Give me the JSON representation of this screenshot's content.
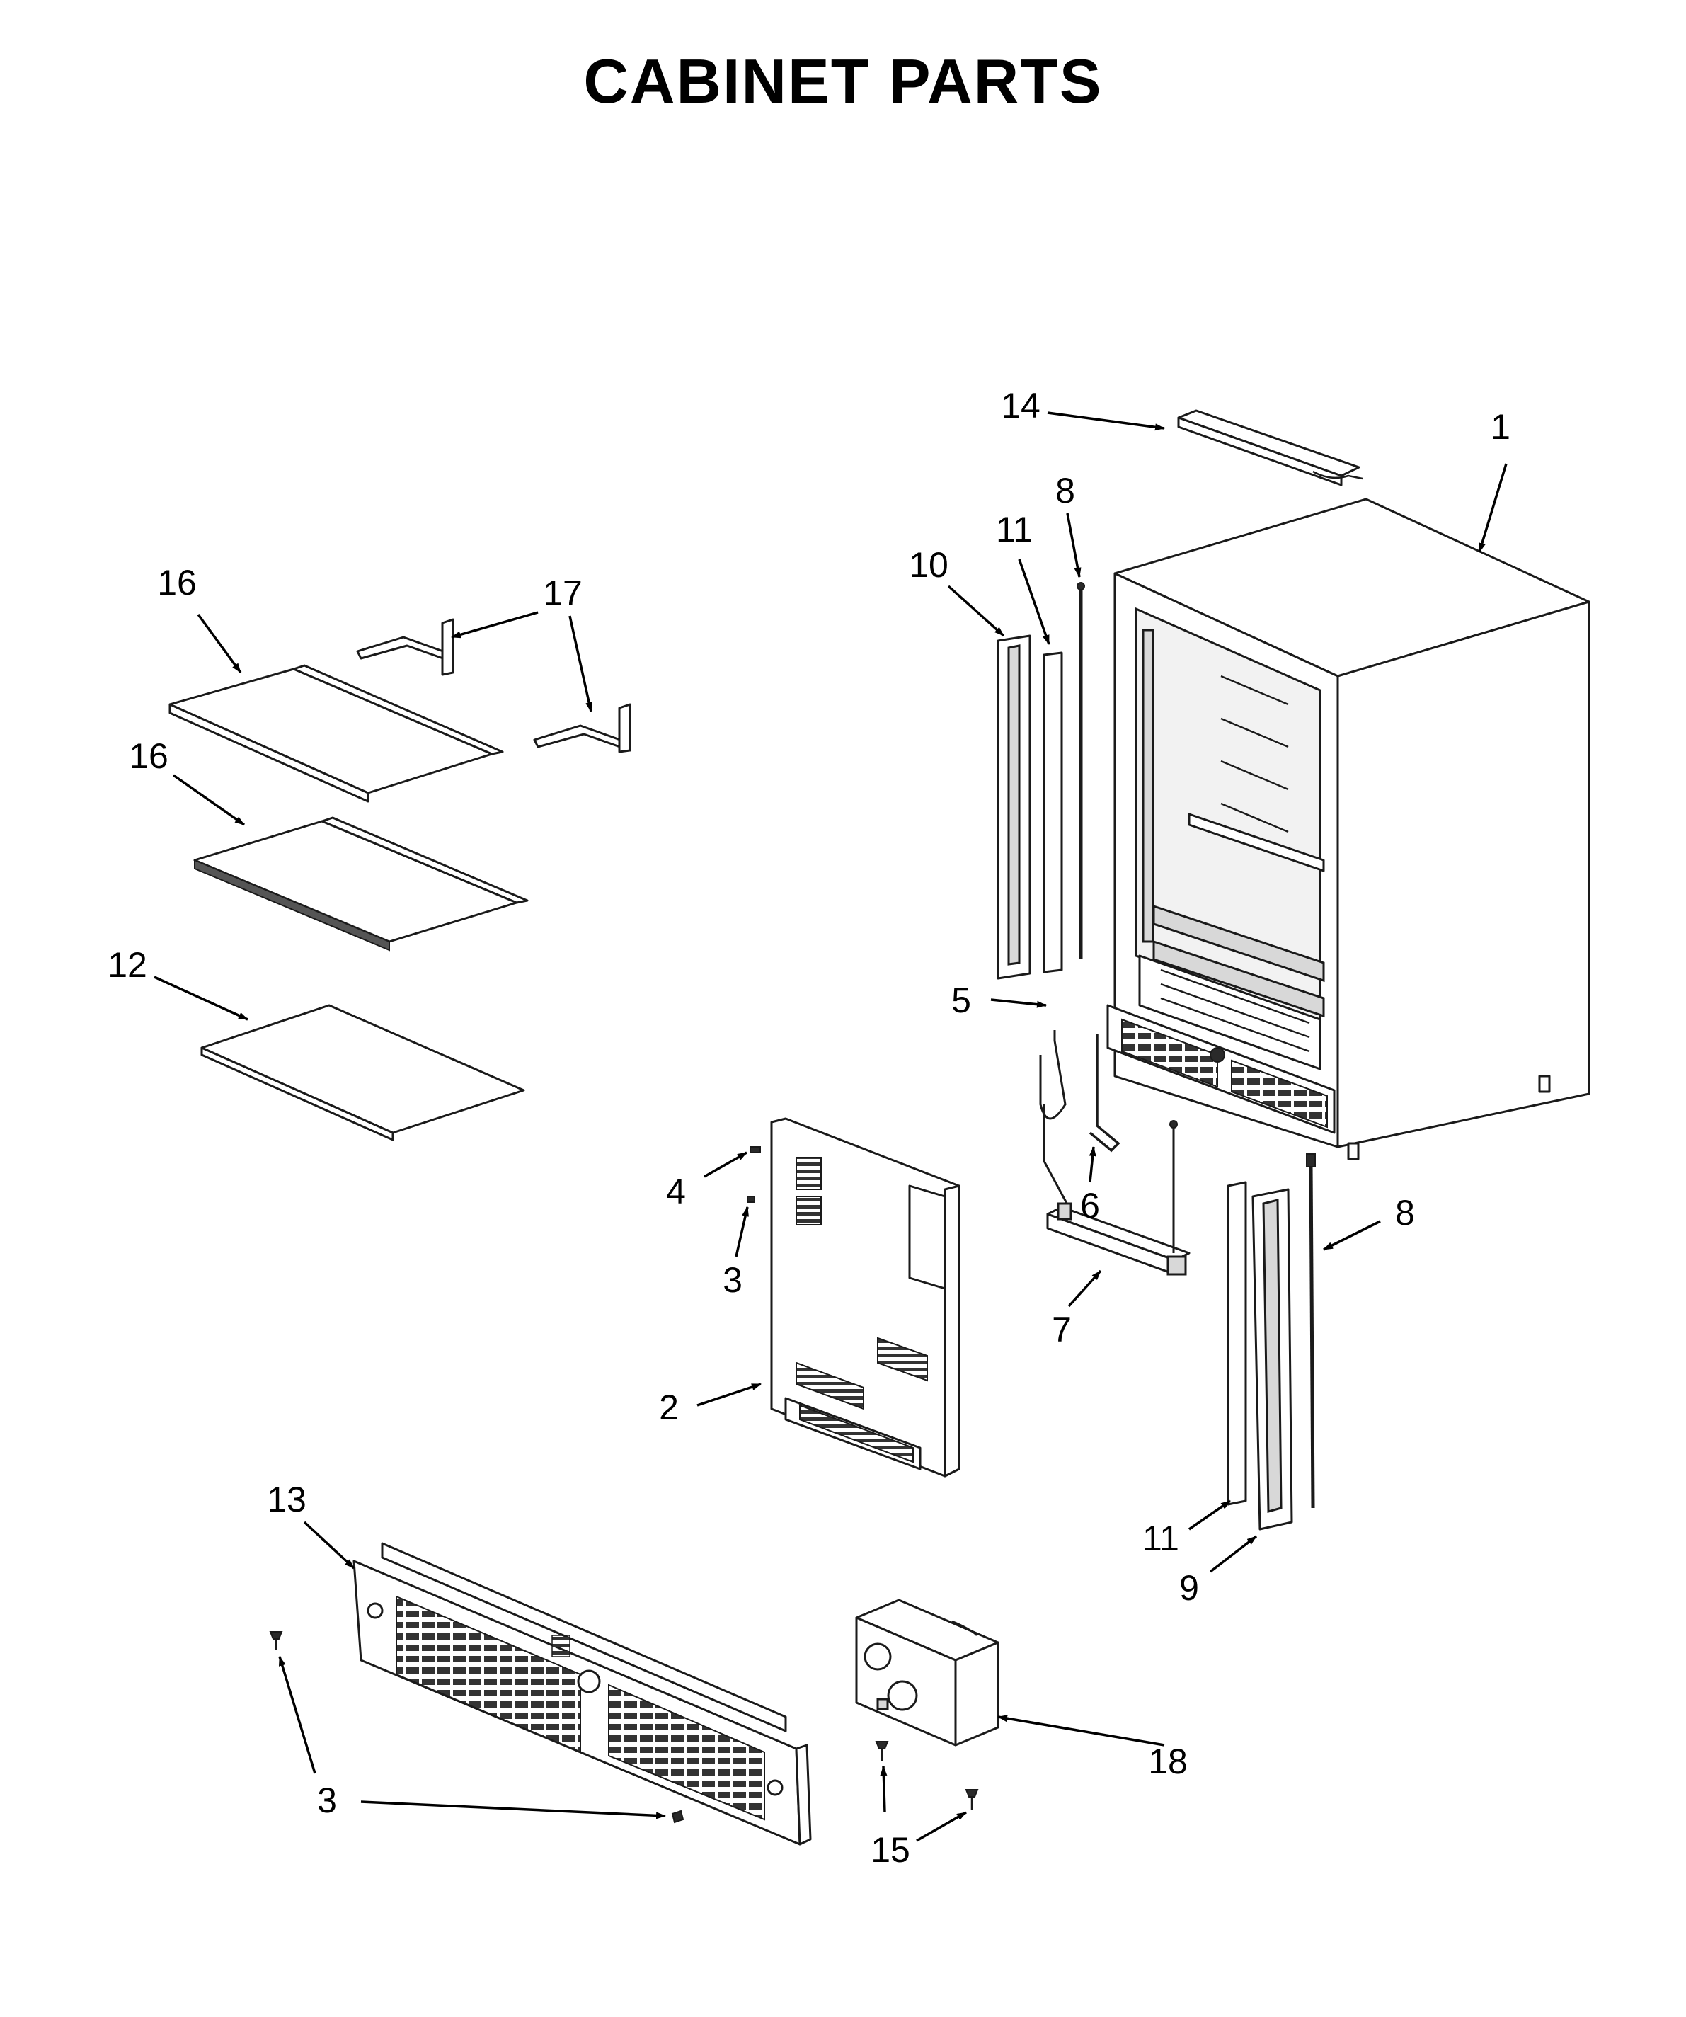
{
  "title": "CABINET PARTS",
  "callouts": {
    "c1": "1",
    "c2": "2",
    "c3a": "3",
    "c3b": "3",
    "c4": "4",
    "c5": "5",
    "c6": "6",
    "c7": "7",
    "c8a": "8",
    "c8b": "8",
    "c9": "9",
    "c10": "10",
    "c11a": "11",
    "c11b": "11",
    "c12": "12",
    "c13": "13",
    "c14": "14",
    "c15": "15",
    "c16a": "16",
    "c16b": "16",
    "c17": "17",
    "c18": "18"
  }
}
